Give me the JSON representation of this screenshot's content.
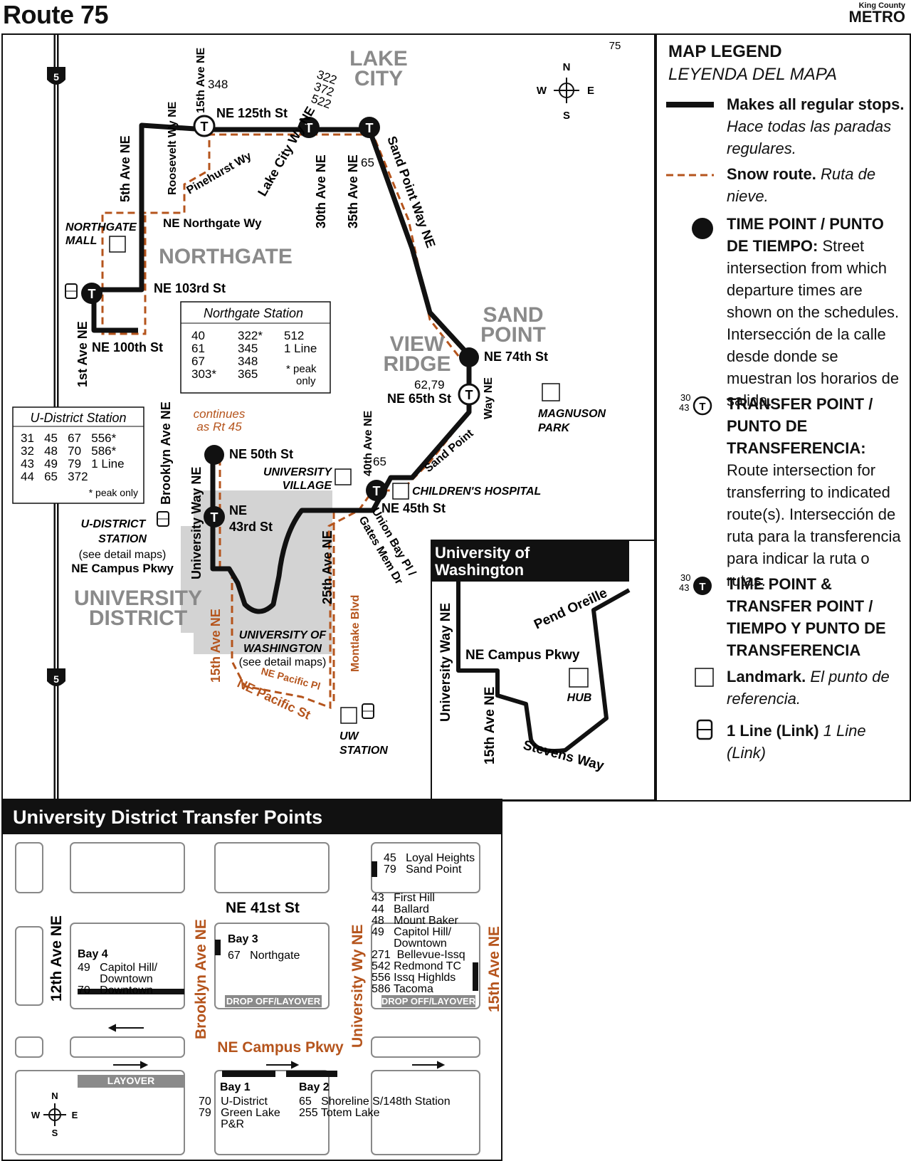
{
  "header": {
    "title": "Route 75",
    "logo_line1": "King County",
    "logo_line2": "METRO"
  },
  "map": {
    "route_number": "75",
    "neighborhoods": [
      "LAKE",
      "CITY",
      "NORTHGATE",
      "SAND",
      "POINT",
      "VIEW",
      "RIDGE",
      "UNIVERSITY",
      "DISTRICT"
    ],
    "streets": {
      "s125": "NE 125th St",
      "s103": "NE 103rd St",
      "s100": "NE 100th St",
      "northgate_wy": "NE Northgate Wy",
      "s74": "NE 74th St",
      "s65": "NE 65th St",
      "s50": "NE 50th St",
      "s45": "NE 45th St",
      "s43a": "NE",
      "s43b": "43rd St",
      "campus": "NE Campus Pkwy",
      "ave5": "5th Ave NE",
      "ave1": "1st Ave NE",
      "roosevelt": "Roosevelt Wy NE",
      "ave15": "15th Ave NE",
      "pinehurst": "Pinehurst Wy",
      "lakecity": "Lake City Wy NE",
      "ave30": "30th Ave NE",
      "ave35": "35th Ave NE",
      "sandpoint": "Sand Point Way NE",
      "sandpoint2": "Sand Point",
      "way": "Way NE",
      "ave40": "40th Ave NE",
      "brooklyn": "Brooklyn Ave NE",
      "univway": "University Way NE",
      "ave25": "25th Ave NE",
      "unionbay": "Union Bay Pl /",
      "gates": "Gates Mem Dr",
      "montlake": "Montlake Blvd",
      "pacificpl": "NE Pacific Pl",
      "pacificst": "NE Pacific St"
    },
    "routes": {
      "r348": "348",
      "r322": "322",
      "r372": "372",
      "r522": "522",
      "r65": "65",
      "r6279": "62,79",
      "r65b": "65"
    },
    "continues": [
      "continues",
      "as Rt 45"
    ],
    "landmarks": {
      "northgate_mall": [
        "NORTHGATE",
        "MALL"
      ],
      "magnuson": [
        "MAGNUSON",
        "PARK"
      ],
      "univ_village": [
        "UNIVERSITY",
        "VILLAGE"
      ],
      "childrens": "CHILDREN'S HOSPITAL",
      "uw": [
        "UNIVERSITY OF",
        "WASHINGTON",
        "(see detail maps)"
      ],
      "uw_station": [
        "UW",
        "STATION"
      ],
      "udist_station": [
        "U-DISTRICT",
        "STATION",
        "(see detail maps)"
      ]
    },
    "northgate_station": {
      "title": "Northgate Station",
      "col1": [
        "40",
        "61",
        "67",
        "303*"
      ],
      "col2": [
        "322*",
        "345",
        "348",
        "365"
      ],
      "col3": [
        "512",
        "1 Line",
        "* peak",
        "only"
      ]
    },
    "udistrict_station": {
      "title": "U-District Station",
      "rows": [
        "31   45   67   556*",
        "32   48   70   586*",
        "43   49   79   1 Line",
        "44   65   372"
      ],
      "note": "* peak only"
    },
    "compass": {
      "n": "N",
      "s": "S",
      "e": "E",
      "w": "W"
    },
    "freeway": "5",
    "inset": {
      "title1": "University of",
      "title2": "Washington",
      "univway": "University Way NE",
      "campus": "NE Campus Pkwy",
      "ave15": "15th Ave NE",
      "pend": "Pend Oreille",
      "stevens": "Stevens Way",
      "hub": "HUB"
    }
  },
  "legend": {
    "title": "MAP LEGEND",
    "subtitle": "LEYENDA DEL MAPA",
    "items": [
      {
        "bold": "Makes all regular stops.",
        "text": "Hace todas las paradas regulares."
      },
      {
        "bold": "Snow route.",
        "text": "Ruta de nieve."
      },
      {
        "bold": "TIME POINT / PUNTO DE TIEMPO:",
        "text": "Street intersection from which departure times are shown on the schedules. Intersección de la calle desde donde se muestran los horarios de salida."
      },
      {
        "bold": "TRANSFER POINT / PUNTO DE TRANSFERENCIA:",
        "text": "Route intersection for transferring to indicated route(s). Intersección de ruta para la transferencia para indicar la ruta o rutas."
      },
      {
        "bold": "TIME POINT & TRANSFER POINT / TIEMPO Y PUNTO DE TRANSFERENCIA",
        "text": ""
      },
      {
        "bold": "Landmark.",
        "text": "El punto de referencia."
      },
      {
        "bold": "1 Line (Link)",
        "text": "1 Line (Link)"
      }
    ],
    "sample_routes": [
      "30",
      "43"
    ]
  },
  "transfer": {
    "title": "University District Transfer Points",
    "streets": {
      "ave12": "12th Ave NE",
      "brooklyn": "Brooklyn Ave NE",
      "univwy": "University Wy NE",
      "ave15": "15th Ave NE",
      "s41": "NE 41st St",
      "campus": "NE Campus Pkwy"
    },
    "bay4": {
      "title": "Bay 4",
      "lines": [
        "49   Capitol Hill/",
        "       Downtown",
        "70   Downtown"
      ]
    },
    "bay3": {
      "title": "Bay 3",
      "lines": [
        "67   Northgate"
      ]
    },
    "bay1": {
      "title": "Bay 1",
      "lines": [
        "70   U-District",
        "79   Green Lake",
        "       P&R"
      ]
    },
    "bay2": {
      "title": "Bay 2",
      "lines": [
        "65   Shoreline S/148th Station",
        "255 Totem Lake"
      ]
    },
    "univwy_top": [
      "45   Loyal Heights",
      "79   Sand Point"
    ],
    "univwy_list": [
      "43   First Hill",
      "44   Ballard",
      "48   Mount Baker",
      "49   Capitol Hill/",
      "       Downtown",
      "271  Bellevue-Issq",
      "542 Redmond TC",
      "556 Issq Highlds",
      "586 Tacoma"
    ],
    "dropoff": "DROP OFF/LAYOVER",
    "layover": "LAYOVER"
  },
  "colors": {
    "route": "#111111",
    "snow": "#b5541c",
    "gray": "#cfcfcf",
    "text_gray": "#8a8a8a"
  }
}
